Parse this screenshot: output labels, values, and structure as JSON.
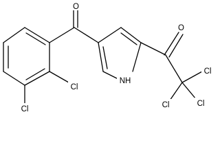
{
  "structure": {
    "atoms": {
      "O_ketone": "O",
      "O_acyl": "O",
      "NH": "NH",
      "Cl_ring_2": "Cl",
      "Cl_ring_3": "Cl",
      "Cl_ccl3_a": "Cl",
      "Cl_ccl3_b": "Cl",
      "Cl_ccl3_c": "Cl"
    }
  }
}
